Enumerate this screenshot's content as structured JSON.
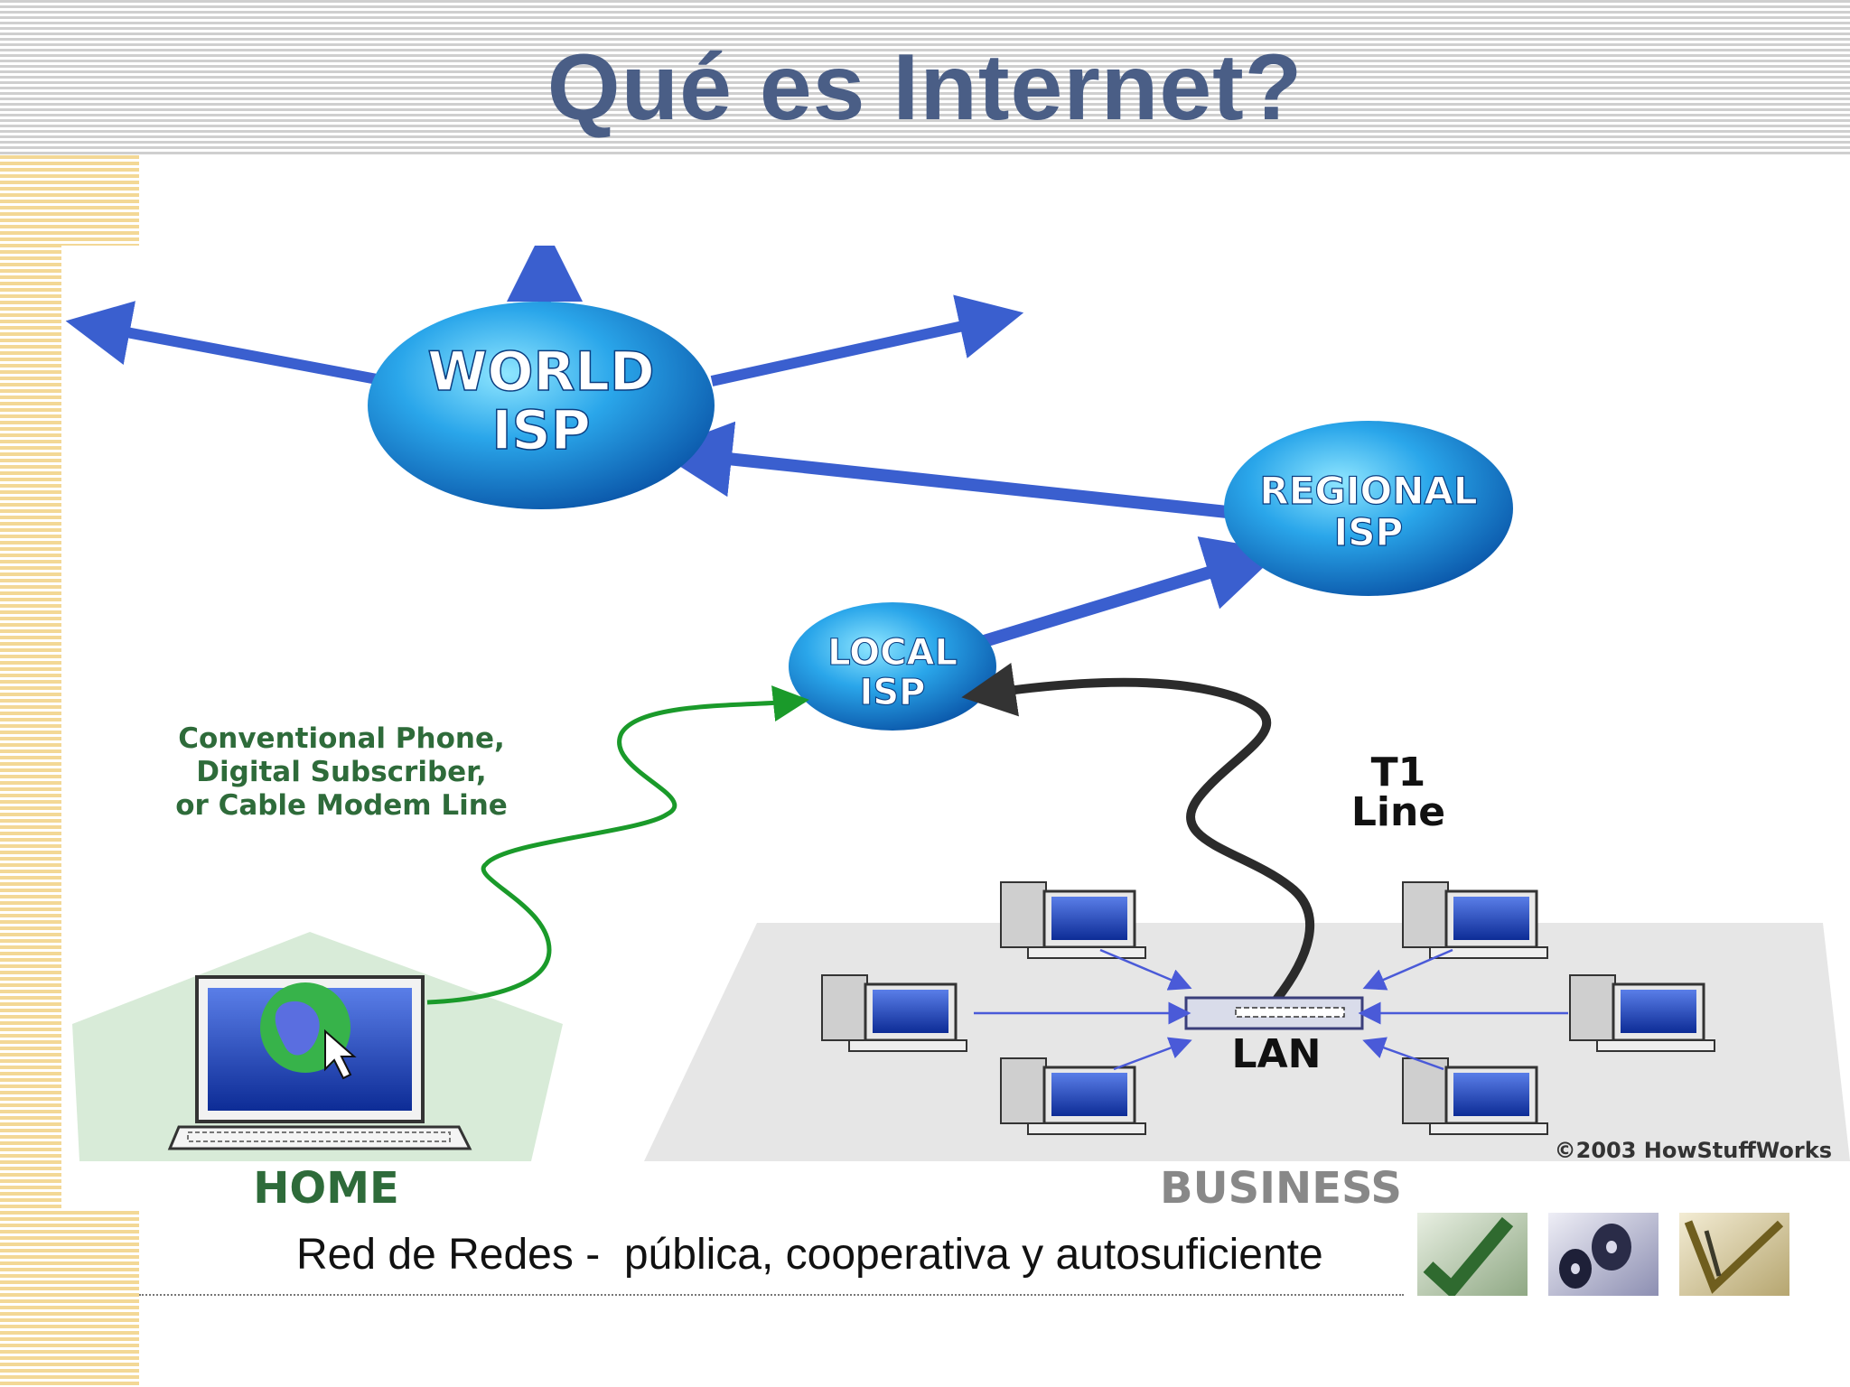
{
  "slide": {
    "title": "Qué es Internet?",
    "caption": "Red de Redes -  pública, cooperativa y autosuficiente"
  },
  "diagram": {
    "nodes": {
      "world_isp": [
        "WORLD",
        "ISP"
      ],
      "regional_isp": [
        "REGIONAL",
        "ISP"
      ],
      "local_isp": [
        "LOCAL",
        "ISP"
      ]
    },
    "connection_label": [
      "Conventional Phone,",
      "Digital Subscriber,",
      "or Cable Modem Line"
    ],
    "t1_label": [
      "T1",
      "Line"
    ],
    "lan_label": "LAN",
    "home_label": "HOME",
    "business_label": "BUSINESS",
    "copyright": "©2003 HowStuffWorks"
  },
  "thumbnails": [
    "checkmark-thumbnail",
    "disc-thumbnail",
    "pen-thumbnail"
  ],
  "colors": {
    "title": "#4a5e86",
    "isp_blue": "#1f7fd0",
    "arrow_blue": "#3a5fcf",
    "connection_green": "#1a9a2a",
    "label_green": "#2e6b3a",
    "header_stripe": "#cfcfcf",
    "left_stripe": "#f3d896"
  }
}
